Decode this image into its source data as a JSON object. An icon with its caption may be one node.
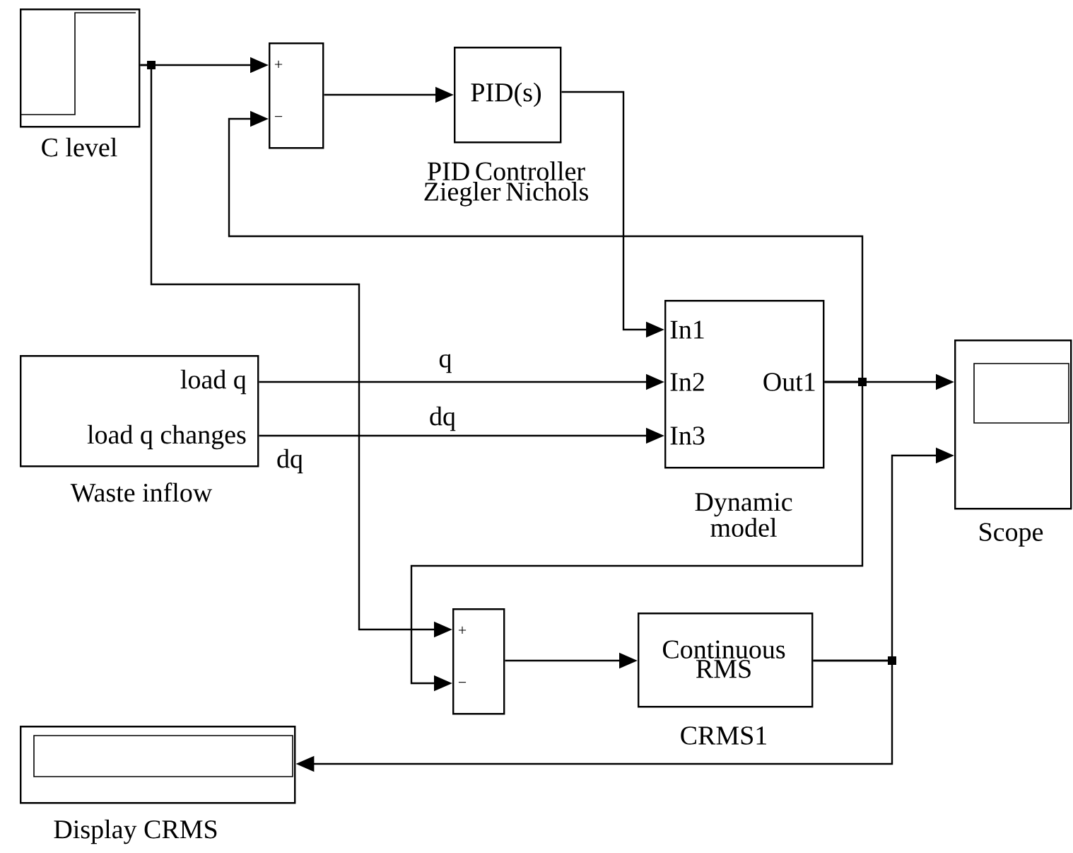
{
  "diagram": {
    "nodes": [
      {
        "text": [
          "C level"
        ]
      },
      {
        "text": [
          "+",
          "−"
        ]
      },
      {
        "text": [
          "PID(s)",
          "PID Controller Ziegler Nichols"
        ]
      },
      {
        "text": [
          "load q",
          "load q changes",
          "Waste inflow"
        ]
      },
      {
        "text": [
          "In1",
          "In2",
          "In3",
          "Out1",
          "Dynamic model"
        ]
      },
      {
        "text": [
          "Scope"
        ]
      },
      {
        "text": [
          "+",
          "−"
        ]
      },
      {
        "text": [
          "Continuous RMS",
          "CRMS1"
        ]
      },
      {
        "text": [
          "Display CRMS"
        ]
      }
    ],
    "edges": [
      {
        "from": 0,
        "to": 1,
        "arrow": "to"
      },
      {
        "from": 0,
        "to": 6,
        "arrow": "to"
      },
      {
        "from": 1,
        "to": 2,
        "arrow": "to"
      },
      {
        "from": 2,
        "to": 4,
        "arrow": "to"
      },
      {
        "from": 3,
        "to": 4,
        "arrow": "to",
        "label": "q"
      },
      {
        "from": 3,
        "to": 4,
        "arrow": "to",
        "label": "dq"
      },
      {
        "from": 4,
        "to": 5,
        "arrow": "to"
      },
      {
        "from": 4,
        "to": 1,
        "arrow": "to"
      },
      {
        "from": 4,
        "to": 6,
        "arrow": "to"
      },
      {
        "from": 6,
        "to": 7,
        "arrow": "to"
      },
      {
        "from": 7,
        "to": 5,
        "arrow": "to"
      },
      {
        "from": 7,
        "to": 8,
        "arrow": "to"
      }
    ],
    "labels": [
      "dq"
    ]
  }
}
